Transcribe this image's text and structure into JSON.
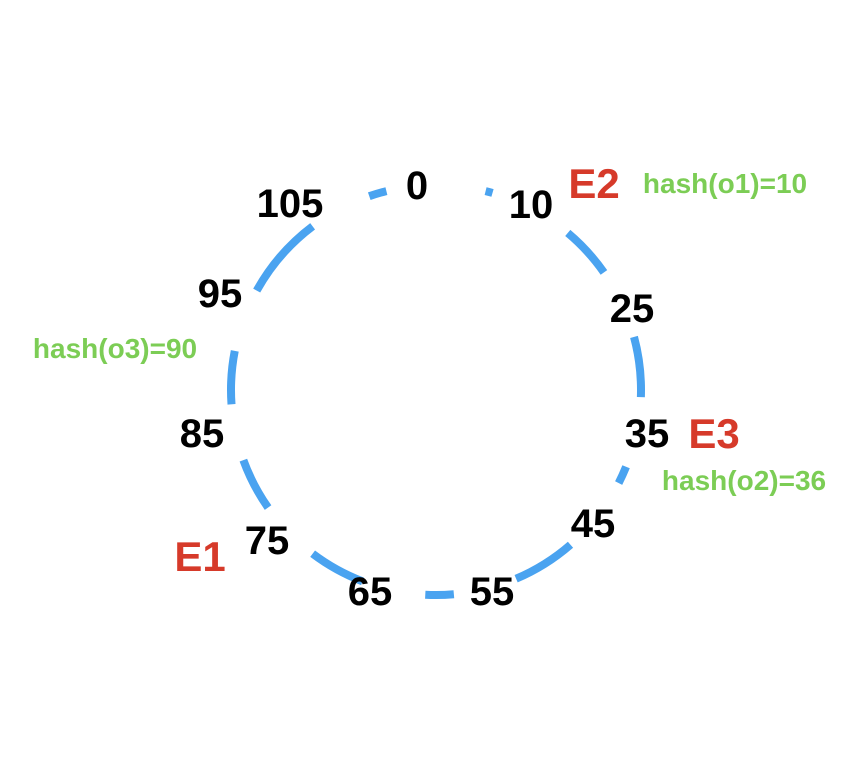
{
  "colors": {
    "ring": "#4aa3f0",
    "position_text": "#000000",
    "node_text": "#d63a2a",
    "hash_text": "#7ccd55",
    "background": "#ffffff"
  },
  "ring": {
    "positions": [
      "0",
      "10",
      "25",
      "35",
      "45",
      "55",
      "65",
      "75",
      "85",
      "95",
      "105"
    ]
  },
  "nodes": {
    "e1": "E1",
    "e2": "E2",
    "e3": "E3"
  },
  "hashes": {
    "o1": "hash(o1)=10",
    "o2": "hash(o2)=36",
    "o3": "hash(o3)=90"
  }
}
